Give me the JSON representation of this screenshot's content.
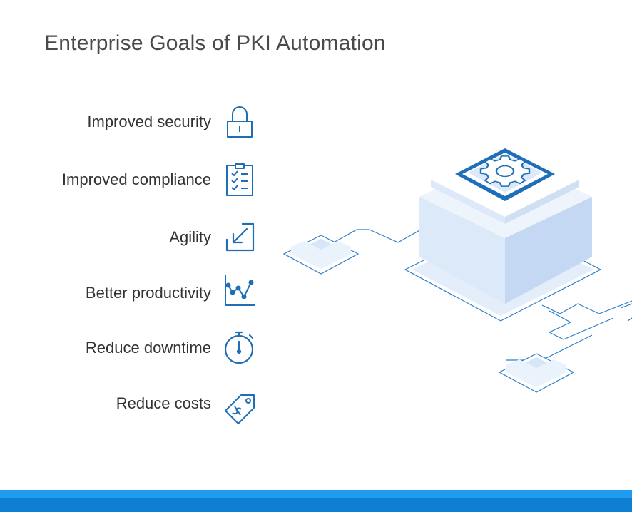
{
  "title": "Enterprise Goals of PKI Automation",
  "goals": [
    {
      "label": "Improved security",
      "icon": "lock-icon"
    },
    {
      "label": "Improved compliance",
      "icon": "clipboard-checklist-icon"
    },
    {
      "label": "Agility",
      "icon": "arrow-inward-icon"
    },
    {
      "label": "Better productivity",
      "icon": "trending-chart-icon"
    },
    {
      "label": "Reduce downtime",
      "icon": "stopwatch-icon"
    },
    {
      "label": "Reduce costs",
      "icon": "price-tag-icon"
    }
  ],
  "colors": {
    "accent": "#1f6fb8",
    "footer_light": "#1f9cf0",
    "footer_dark": "#0f7fd1"
  }
}
